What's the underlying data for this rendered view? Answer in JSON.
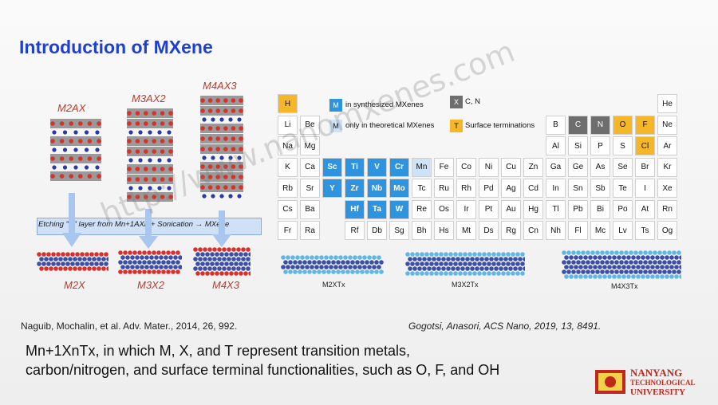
{
  "slide": {
    "title": "Introduction of MXene",
    "labels_top": [
      "M2AX",
      "M3AX2",
      "M4AX3"
    ],
    "labels_bottom": [
      "M2X",
      "M3X2",
      "M4X3"
    ],
    "etching_text": "Etching \"A\" layer from Mn+1AXn + Sonication → MXene",
    "ref_left": "Naguib, Mochalin, et al. Adv. Mater., 2014, 26, 992.",
    "ref_right": "Gogotsi, Anasori, ACS Nano, 2019, 13, 8491.",
    "bottom_line1": "Mn+1XnTx, in which M, X, and T represent transition metals,",
    "bottom_line2": "carbon/nitrogen, and surface terminal functionalities, such as O, F, and OH",
    "watermark": "http://www.nanomxenes.com"
  },
  "legend": {
    "synth": "in synthesized MXenes",
    "theor": "only in theoretical MXenes",
    "x": "C, N",
    "t": "Surface terminations",
    "m_symbol": "M",
    "x_symbol": "X",
    "t_symbol": "T"
  },
  "structures": [
    "M2XTx",
    "M3X2Tx",
    "M4X3Tx"
  ],
  "logo": {
    "line1": "NANYANG",
    "line2": "TECHNOLOGICAL",
    "line3": "UNIVERSITY"
  },
  "colors": {
    "title": "#1f3fd0",
    "m_synth": "#2e94e0",
    "m_theor": "#cfe3f7",
    "x_gray": "#6e6e6e",
    "t_orange": "#f5b728",
    "ntu_red": "#c0281c"
  },
  "elements": [
    {
      "s": "H",
      "c": 1,
      "r": 1,
      "k": "t"
    },
    {
      "s": "He",
      "c": 18,
      "r": 1
    },
    {
      "s": "Li",
      "c": 1,
      "r": 2
    },
    {
      "s": "Be",
      "c": 2,
      "r": 2
    },
    {
      "s": "B",
      "c": 13,
      "r": 2
    },
    {
      "s": "C",
      "c": 14,
      "r": 2,
      "k": "x"
    },
    {
      "s": "N",
      "c": 15,
      "r": 2,
      "k": "x"
    },
    {
      "s": "O",
      "c": 16,
      "r": 2,
      "k": "t"
    },
    {
      "s": "F",
      "c": 17,
      "r": 2,
      "k": "t"
    },
    {
      "s": "Ne",
      "c": 18,
      "r": 2
    },
    {
      "s": "Na",
      "c": 1,
      "r": 3
    },
    {
      "s": "Mg",
      "c": 2,
      "r": 3
    },
    {
      "s": "Al",
      "c": 13,
      "r": 3
    },
    {
      "s": "Si",
      "c": 14,
      "r": 3
    },
    {
      "s": "P",
      "c": 15,
      "r": 3
    },
    {
      "s": "S",
      "c": 16,
      "r": 3
    },
    {
      "s": "Cl",
      "c": 17,
      "r": 3,
      "k": "t"
    },
    {
      "s": "Ar",
      "c": 18,
      "r": 3
    },
    {
      "s": "K",
      "c": 1,
      "r": 4
    },
    {
      "s": "Ca",
      "c": 2,
      "r": 4
    },
    {
      "s": "Sc",
      "c": 3,
      "r": 4,
      "k": "m"
    },
    {
      "s": "Ti",
      "c": 4,
      "r": 4,
      "k": "m"
    },
    {
      "s": "V",
      "c": 5,
      "r": 4,
      "k": "m"
    },
    {
      "s": "Cr",
      "c": 6,
      "r": 4,
      "k": "m"
    },
    {
      "s": "Mn",
      "c": 7,
      "r": 4,
      "k": "mt"
    },
    {
      "s": "Fe",
      "c": 8,
      "r": 4
    },
    {
      "s": "Co",
      "c": 9,
      "r": 4
    },
    {
      "s": "Ni",
      "c": 10,
      "r": 4
    },
    {
      "s": "Cu",
      "c": 11,
      "r": 4
    },
    {
      "s": "Zn",
      "c": 12,
      "r": 4
    },
    {
      "s": "Ga",
      "c": 13,
      "r": 4
    },
    {
      "s": "Ge",
      "c": 14,
      "r": 4
    },
    {
      "s": "As",
      "c": 15,
      "r": 4
    },
    {
      "s": "Se",
      "c": 16,
      "r": 4
    },
    {
      "s": "Br",
      "c": 17,
      "r": 4
    },
    {
      "s": "Kr",
      "c": 18,
      "r": 4
    },
    {
      "s": "Rb",
      "c": 1,
      "r": 5
    },
    {
      "s": "Sr",
      "c": 2,
      "r": 5
    },
    {
      "s": "Y",
      "c": 3,
      "r": 5,
      "k": "m"
    },
    {
      "s": "Zr",
      "c": 4,
      "r": 5,
      "k": "m"
    },
    {
      "s": "Nb",
      "c": 5,
      "r": 5,
      "k": "m"
    },
    {
      "s": "Mo",
      "c": 6,
      "r": 5,
      "k": "m"
    },
    {
      "s": "Tc",
      "c": 7,
      "r": 5
    },
    {
      "s": "Ru",
      "c": 8,
      "r": 5
    },
    {
      "s": "Rh",
      "c": 9,
      "r": 5
    },
    {
      "s": "Pd",
      "c": 10,
      "r": 5
    },
    {
      "s": "Ag",
      "c": 11,
      "r": 5
    },
    {
      "s": "Cd",
      "c": 12,
      "r": 5
    },
    {
      "s": "In",
      "c": 13,
      "r": 5
    },
    {
      "s": "Sn",
      "c": 14,
      "r": 5
    },
    {
      "s": "Sb",
      "c": 15,
      "r": 5
    },
    {
      "s": "Te",
      "c": 16,
      "r": 5
    },
    {
      "s": "I",
      "c": 17,
      "r": 5
    },
    {
      "s": "Xe",
      "c": 18,
      "r": 5
    },
    {
      "s": "Cs",
      "c": 1,
      "r": 6
    },
    {
      "s": "Ba",
      "c": 2,
      "r": 6
    },
    {
      "s": "Hf",
      "c": 4,
      "r": 6,
      "k": "m"
    },
    {
      "s": "Ta",
      "c": 5,
      "r": 6,
      "k": "m"
    },
    {
      "s": "W",
      "c": 6,
      "r": 6,
      "k": "m"
    },
    {
      "s": "Re",
      "c": 7,
      "r": 6
    },
    {
      "s": "Os",
      "c": 8,
      "r": 6
    },
    {
      "s": "Ir",
      "c": 9,
      "r": 6
    },
    {
      "s": "Pt",
      "c": 10,
      "r": 6
    },
    {
      "s": "Au",
      "c": 11,
      "r": 6
    },
    {
      "s": "Hg",
      "c": 12,
      "r": 6
    },
    {
      "s": "Tl",
      "c": 13,
      "r": 6
    },
    {
      "s": "Pb",
      "c": 14,
      "r": 6
    },
    {
      "s": "Bi",
      "c": 15,
      "r": 6
    },
    {
      "s": "Po",
      "c": 16,
      "r": 6
    },
    {
      "s": "At",
      "c": 17,
      "r": 6
    },
    {
      "s": "Rn",
      "c": 18,
      "r": 6
    },
    {
      "s": "Fr",
      "c": 1,
      "r": 7
    },
    {
      "s": "Ra",
      "c": 2,
      "r": 7
    },
    {
      "s": "Rf",
      "c": 4,
      "r": 7
    },
    {
      "s": "Db",
      "c": 5,
      "r": 7
    },
    {
      "s": "Sg",
      "c": 6,
      "r": 7
    },
    {
      "s": "Bh",
      "c": 7,
      "r": 7
    },
    {
      "s": "Hs",
      "c": 8,
      "r": 7
    },
    {
      "s": "Mt",
      "c": 9,
      "r": 7
    },
    {
      "s": "Ds",
      "c": 10,
      "r": 7
    },
    {
      "s": "Rg",
      "c": 11,
      "r": 7
    },
    {
      "s": "Cn",
      "c": 12,
      "r": 7
    },
    {
      "s": "Nh",
      "c": 13,
      "r": 7
    },
    {
      "s": "Fl",
      "c": 14,
      "r": 7
    },
    {
      "s": "Mc",
      "c": 15,
      "r": 7
    },
    {
      "s": "Lv",
      "c": 16,
      "r": 7
    },
    {
      "s": "Ts",
      "c": 17,
      "r": 7
    },
    {
      "s": "Og",
      "c": 18,
      "r": 7
    }
  ]
}
